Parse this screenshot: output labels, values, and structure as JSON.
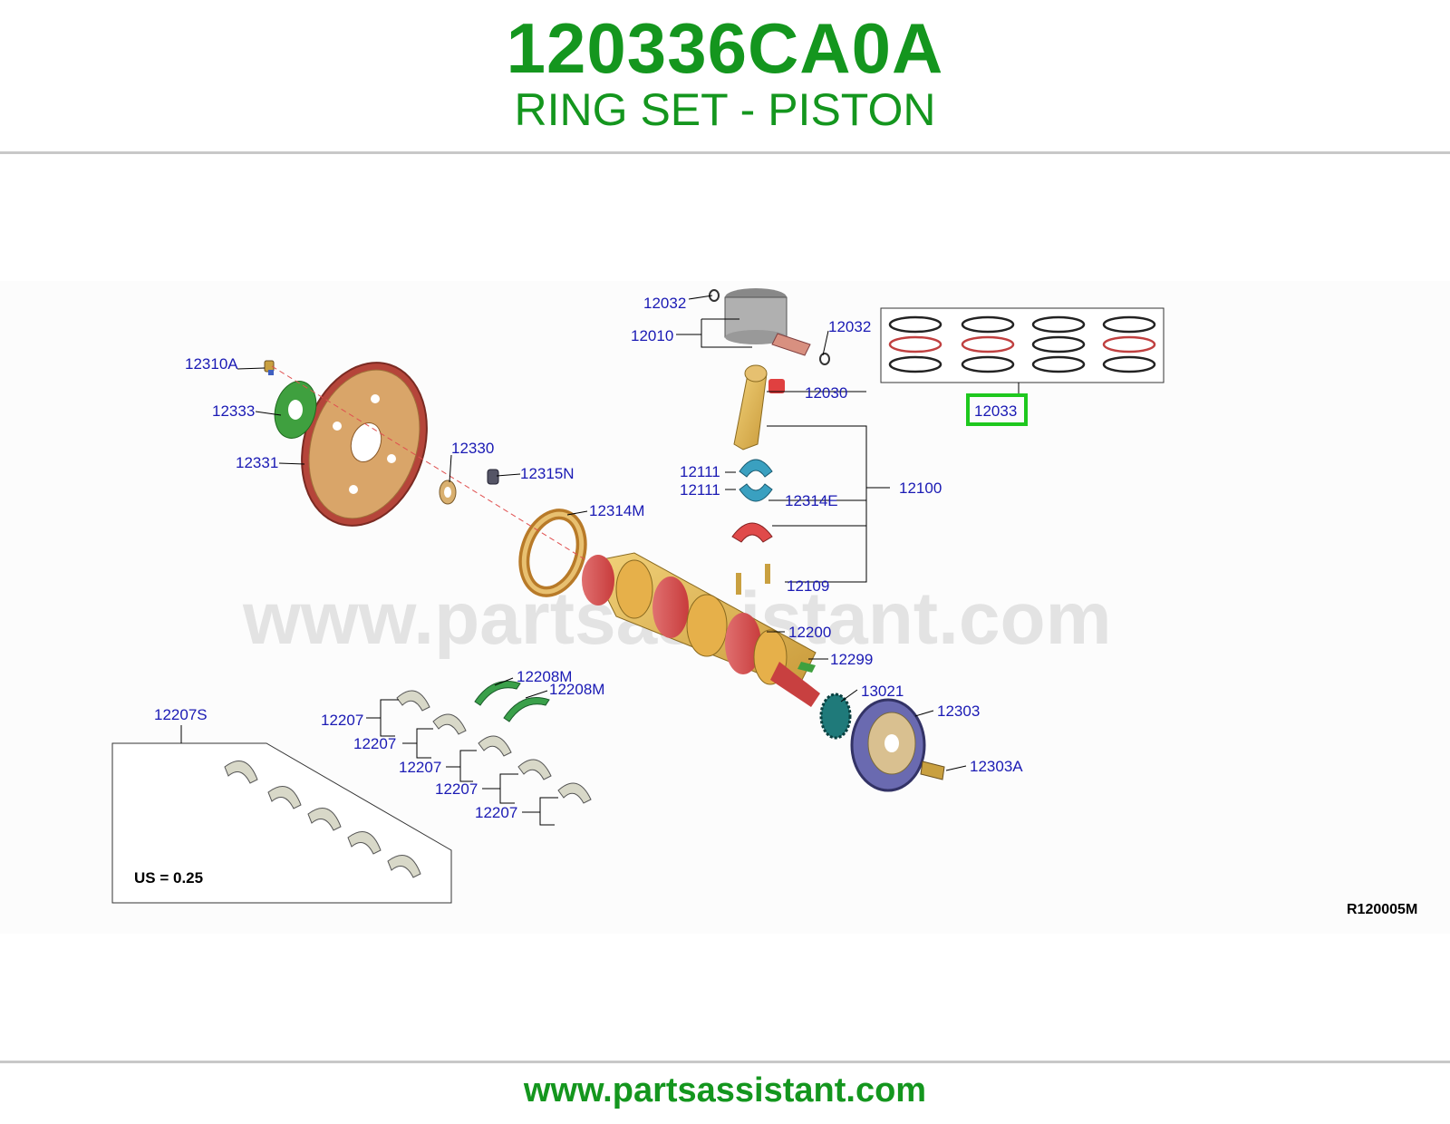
{
  "header": {
    "part_number": "120336CA0A",
    "part_name": "RING SET - PISTON"
  },
  "diagram": {
    "watermark": "www.partsassistant.com",
    "reference_code": "R120005M",
    "inset_note": "US = 0.25",
    "highlighted_callout": "12033",
    "callouts": {
      "c12032a": "12032",
      "c12010": "12010",
      "c12032b": "12032",
      "c12030": "12030",
      "c12033": "12033",
      "c12310A": "12310A",
      "c12333": "12333",
      "c12331": "12331",
      "c12330": "12330",
      "c12315N": "12315N",
      "c12314M": "12314M",
      "c12111a": "12111",
      "c12111b": "12111",
      "c12314E": "12314E",
      "c12100": "12100",
      "c12109": "12109",
      "c12200": "12200",
      "c12299": "12299",
      "c13021": "13021",
      "c12303": "12303",
      "c12303A": "12303A",
      "c12208Ma": "12208M",
      "c12208Mb": "12208M",
      "c12207S": "12207S",
      "c12207a": "12207",
      "c12207b": "12207",
      "c12207c": "12207",
      "c12207d": "12207",
      "c12207e": "12207"
    },
    "colors": {
      "brand_green": "#14961e",
      "callout_blue": "#1a1ab4",
      "highlight_green": "#1ec81e"
    }
  },
  "footer": {
    "website": "www.partsassistant.com"
  }
}
